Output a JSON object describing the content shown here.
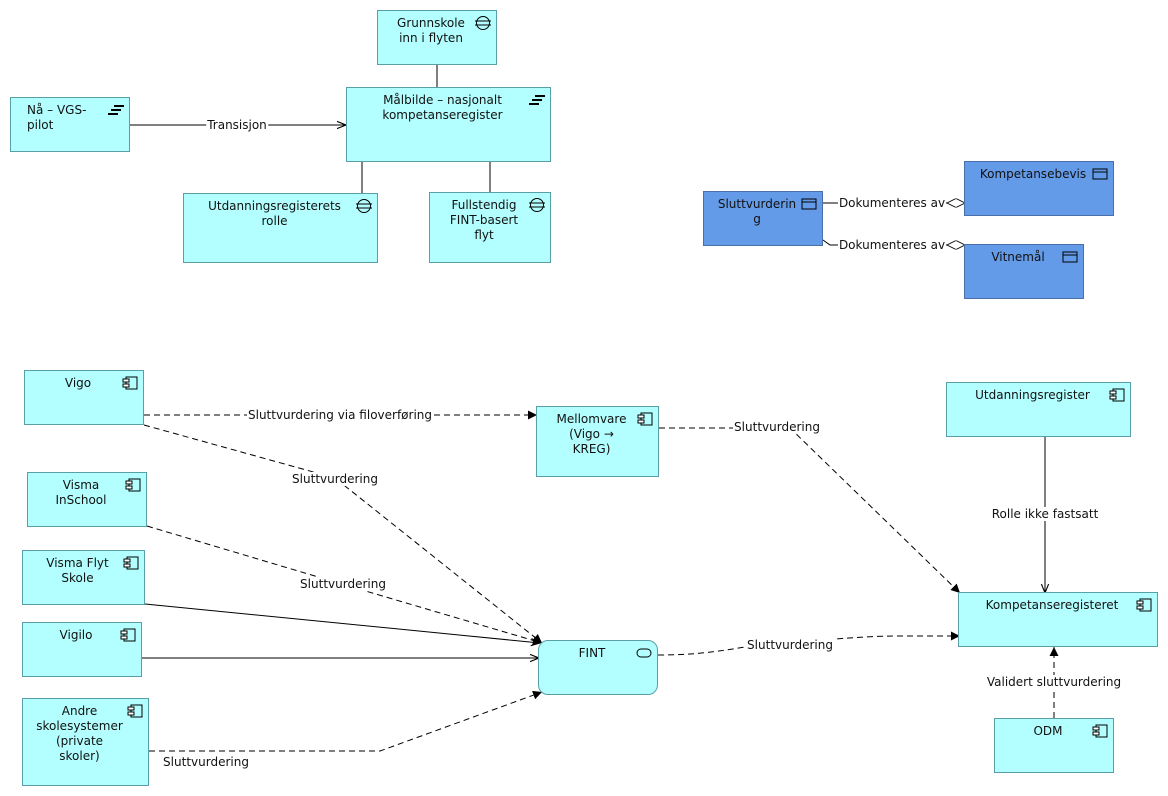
{
  "nodes": {
    "grunnskole": "Grunnskole\ninn i flyten",
    "naa_vgs": "Nå – VGS-pilot",
    "malbilde": "Målbilde – nasjonalt\nkompetanseregister",
    "utdanningsregisterets_rolle": "Utdanningsregisterets\nrolle",
    "fullstendig_fint": "Fullstendig\nFINT-basert\nflyt",
    "sluttvurdering": "Sluttvurderin\ng",
    "kompetansebevis": "Kompetansebevis",
    "vitnemal": "Vitnemål",
    "vigo": "Vigo",
    "mellomvare": "Mellomvare\n(Vigo →\nKREG)",
    "utdanningsregister": "Utdanningsregister",
    "visma_inschool": "Visma\nInSchool",
    "visma_flyt": "Visma Flyt\nSkole",
    "vigilo": "Vigilo",
    "andre": "Andre\nskolesystemer\n(private\nskoler)",
    "fint": "FINT",
    "kompetanseregisteret": "Kompetanseregisteret",
    "odm": "ODM"
  },
  "edge_labels": {
    "transisjon": "Transisjon",
    "dok_1": "Dokumenteres av",
    "dok_2": "Dokumenteres av",
    "vigo_mellomvare": "Sluttvurdering via filoverføring",
    "vigo_fint": "Sluttvurdering",
    "mellomvare_kreg": "Sluttvurdering",
    "rolle": "Rolle ikke fastsatt",
    "inschool_fint": "Sluttvurdering",
    "fint_kreg": "Sluttvurdering",
    "validert": "Validert sluttvurdering",
    "andre_fint": "Sluttvurdering"
  },
  "colors": {
    "application": "#b3ffff",
    "business_object": "#649be8",
    "line": "#000000"
  },
  "icons": {
    "plateau": "plateau-icon",
    "gap": "gap-icon",
    "component": "component-icon",
    "object": "business-object-icon",
    "interface": "interface-icon"
  }
}
